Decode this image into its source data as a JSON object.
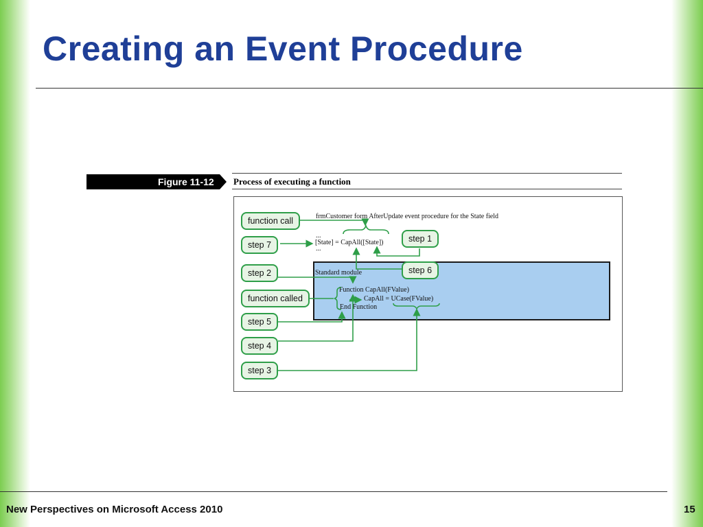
{
  "slide": {
    "title": "Creating an Event Procedure",
    "footer": "New Perspectives on Microsoft Access 2010",
    "page_number": "15"
  },
  "figure": {
    "label": "Figure 11-12",
    "caption": "Process of executing a function",
    "pills": {
      "function_call": "function call",
      "step7": "step 7",
      "step2": "step 2",
      "function_called": "function called",
      "step5": "step 5",
      "step4": "step 4",
      "step3": "step 3",
      "step1": "step 1",
      "step6": "step 6"
    },
    "code": {
      "form_header": "frmCustomer form AfterUpdate event procedure for the State field",
      "ellipsis_top": "...",
      "assignment": "[State] = CapAll([State])",
      "ellipsis_bottom": "...",
      "module_label": "Standard module",
      "function_line": "Function CapAll(FValue)",
      "body_line": "CapAll = UCase(FValue)",
      "end_line": "End Function"
    }
  },
  "colors": {
    "title": "#1f3f97",
    "accent_green": "#2e9e48",
    "module_fill": "#a9cef0"
  }
}
